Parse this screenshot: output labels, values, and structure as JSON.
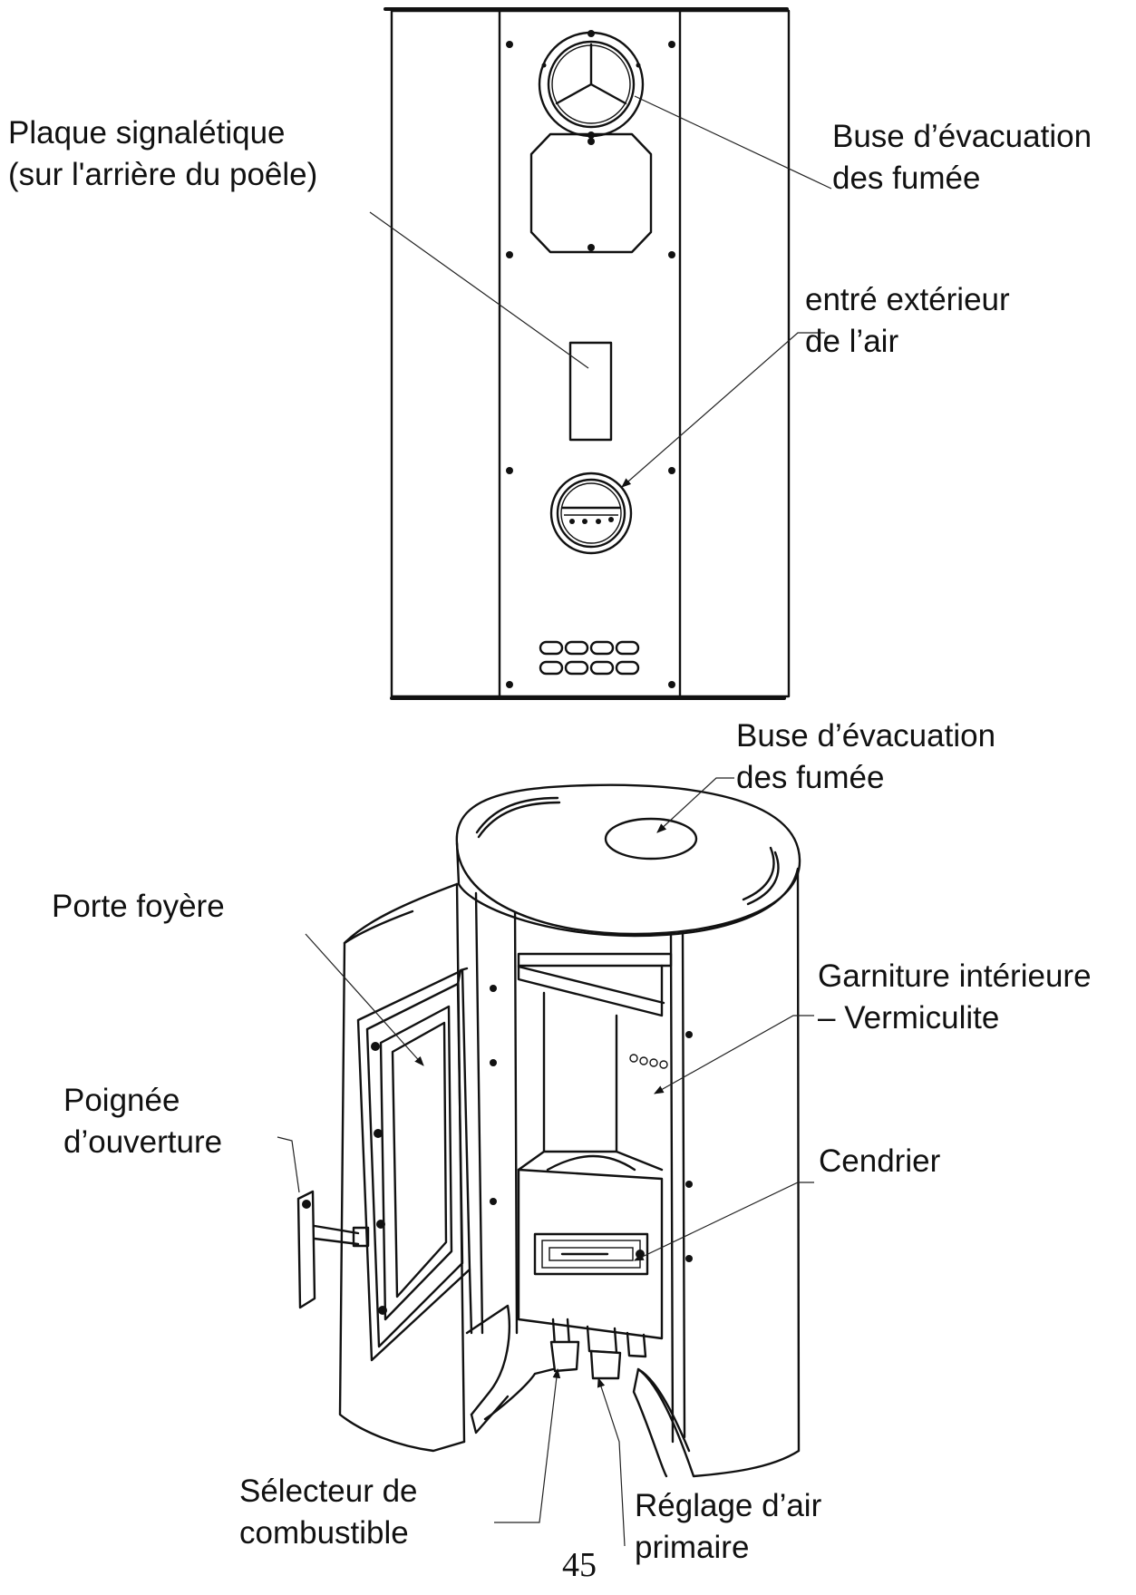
{
  "diagram": {
    "labels": {
      "plaque": {
        "line1": "Plaque signalétique",
        "line2": "(sur l'arrière du poêle)"
      },
      "buse_rear": {
        "line1": "Buse d’évacuation",
        "line2": "des fumée"
      },
      "air_ext": {
        "line1": "entré extérieur",
        "line2": "de l’air"
      },
      "buse_front": {
        "line1": "Buse d’évacuation",
        "line2": "des fumée"
      },
      "porte": {
        "line1": "Porte foyère"
      },
      "garniture": {
        "line1": "Garniture intérieure",
        "line2": "– Vermiculite"
      },
      "poignee": {
        "line1": "Poignée",
        "line2": "d’ouverture"
      },
      "cendrier": {
        "line1": "Cendrier"
      },
      "selecteur": {
        "line1": "Sélecteur de",
        "line2": "combustible"
      },
      "reglage": {
        "line1": "Réglage d’air",
        "line2": "primaire"
      }
    },
    "page_number": "45"
  }
}
